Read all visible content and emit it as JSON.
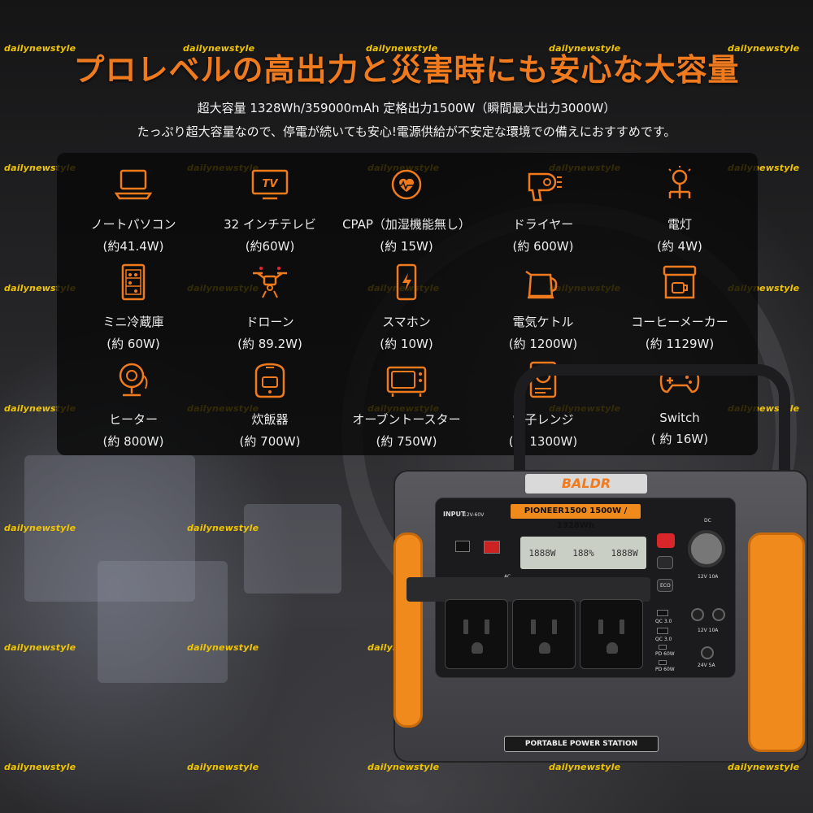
{
  "watermark": "dailynewstyle",
  "title": "プロレベルの高出力と災害時にも安心な大容量",
  "subtitle_1": "超大容量 1328Wh/359000mAh 定格出力1500W（瞬間最大出力3000W）",
  "subtitle_2": "たっぷり超大容量なので、停電が続いても安心!電源供給が不安定な環境での備えにおすすめです。",
  "appliances": [
    {
      "icon": "laptop-icon",
      "label": "ノートパソコン",
      "power": "(約41.4W)"
    },
    {
      "icon": "tv-icon",
      "label": "32 インチテレビ",
      "power": "(約60W)"
    },
    {
      "icon": "cpap-icon",
      "label": "CPAP（加湿機能無し）",
      "power": "(約 15W)"
    },
    {
      "icon": "hair-dryer-icon",
      "label": "ドライヤー",
      "power": "(約 600W)"
    },
    {
      "icon": "light-bulb-icon",
      "label": "電灯",
      "power": "(約 4W)"
    },
    {
      "icon": "mini-fridge-icon",
      "label": "ミニ冷蔵庫",
      "power": "(約 60W)"
    },
    {
      "icon": "drone-icon",
      "label": "ドローン",
      "power": "(約 89.2W)"
    },
    {
      "icon": "smartphone-icon",
      "label": "スマホン",
      "power": "(約 10W)"
    },
    {
      "icon": "electric-kettle-icon",
      "label": "電気ケトル",
      "power": "(約 1200W)"
    },
    {
      "icon": "coffee-maker-icon",
      "label": "コーヒーメーカー",
      "power": "(約 1129W)"
    },
    {
      "icon": "heater-icon",
      "label": "ヒーター",
      "power": "(約 800W)"
    },
    {
      "icon": "rice-cooker-icon",
      "label": "炊飯器",
      "power": "(約 700W)"
    },
    {
      "icon": "toaster-oven-icon",
      "label": "オーブントースター",
      "power": "(約 750W)"
    },
    {
      "icon": "microwave-icon",
      "label": "電子レンジ",
      "power": "(約 1300W)"
    },
    {
      "icon": "game-controller-icon",
      "label": "Switch",
      "power": "( 約 16W)"
    }
  ],
  "product": {
    "brand": "BALDR",
    "model": "PIONEER1500",
    "rating": "1500W / 1328Wh",
    "name_plate": "PORTABLE POWER STATION",
    "input_label": "INPUT",
    "input_spec": "12V-60V",
    "ac_label": "AC",
    "eco_label": "ECO",
    "dc_label": "DC",
    "car_port": "12V 10A",
    "dc_port": "12V 10A",
    "dc5521": "24V 5A",
    "qc1": "QC 3.0",
    "qc2": "QC 3.0",
    "pd1": "PD 60W",
    "pd2": "PD 60W",
    "lcd_left": "1888W",
    "lcd_mid": "188%",
    "lcd_right": "1888W"
  },
  "colors": {
    "accent": "#f07a1e",
    "watermark": "#f1c400",
    "panel": "#080808"
  }
}
